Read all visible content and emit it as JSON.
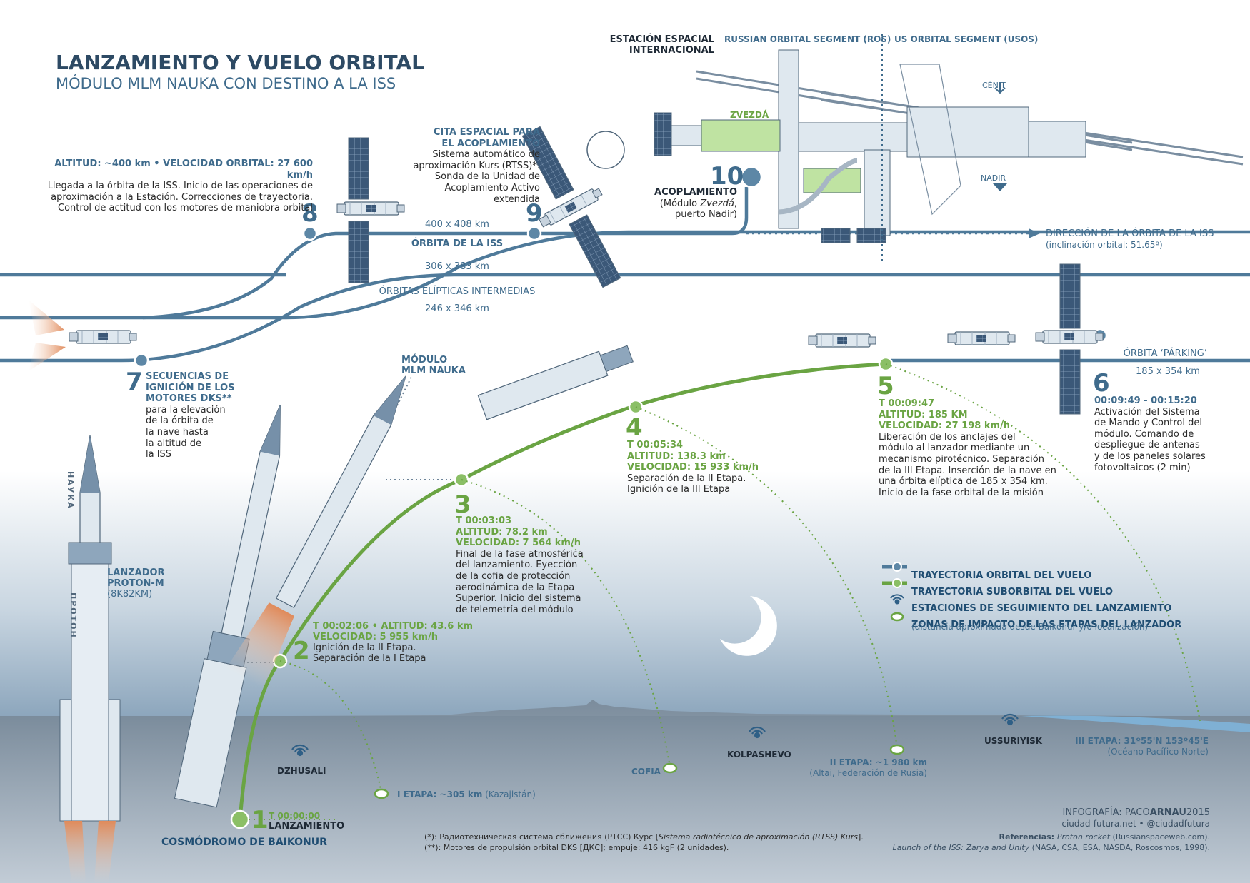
{
  "title": "LANZAMIENTO Y VUELO ORBITAL",
  "subtitle": "MÓDULO MLM NAUKA CON DESTINO A LA ISS",
  "iss": {
    "label_1": "ESTACIÓN ESPACIAL",
    "label_2": "INTERNACIONAL",
    "ros": "RUSSIAN ORBITAL SEGMENT (ROS)",
    "usos": "US ORBITAL SEGMENT (USOS)",
    "cenit": "CÉNIT",
    "nadir": "NADIR",
    "zvezda": "ZVEZDÁ"
  },
  "orbits": {
    "iss_alt": "400 x 408 km",
    "iss_name": "ÓRBITA DE LA ISS",
    "ellipse_1": "306 x 383 km",
    "ellipse_name": "ÓRBITAS ELÍPTICAS INTERMEDIAS",
    "ellipse_2": "246 x 346 km",
    "parking_name": "ÓRBITA ‘PÁRKING’",
    "parking_alt": "185 x 354 km",
    "direction_1": "DIRECCIÓN DE LA ÓRBITA DE LA ISS",
    "direction_2": "(inclinación orbital: 51.65º)"
  },
  "steps": {
    "s1": {
      "num": "1",
      "time": "T 00:00:00",
      "name": "LANZAMIENTO",
      "site": "COSMÓDROMO DE BAIKONUR"
    },
    "s2": {
      "num": "2",
      "head": "T 00:02:06 • ALTITUD: 43.6 km",
      "speed": "VELOCIDAD: 5 955 km/h",
      "l1": "Ignición de la II Etapa.",
      "l2": "Separación de la I Etapa"
    },
    "s3": {
      "num": "3",
      "time": "T 00:03:03",
      "alt": "ALTITUD: 78.2 km",
      "speed": "VELOCIDAD: 7 564 km/h",
      "lines": [
        "Final de la fase atmosférica",
        "del lanzamiento. Eyección",
        "de la cofia de protección",
        "aerodinámica de la Etapa",
        "Superior. Inicio del sistema",
        "de telemetría del módulo"
      ]
    },
    "s4": {
      "num": "4",
      "time": "T 00:05:34",
      "alt": "ALTITUD: 138.3 km",
      "speed": "VELOCIDAD: 15 933 km/h",
      "lines": [
        "Separación de la II Etapa.",
        "Ignición de la III Etapa"
      ]
    },
    "s5": {
      "num": "5",
      "time": "T 00:09:47",
      "alt": "ALTITUD: 185 KM",
      "speed": "VELOCIDAD: 27 198 km/h",
      "lines": [
        "Liberación de los anclajes del",
        "módulo al lanzador mediante un",
        "mecanismo pirotécnico. Separación",
        "de la III Etapa. Inserción de la nave en",
        "una órbita elíptica de 185 x 354 km.",
        "Inicio de la fase orbital de la misión"
      ]
    },
    "s6": {
      "num": "6",
      "time": "00:09:49 - 00:15:20",
      "lines": [
        "Activación del Sistema",
        "de Mando y Control del",
        "módulo. Comando de",
        "despliegue de antenas",
        "y de los paneles solares",
        "fotovoltaicos (2 min)"
      ]
    },
    "s7": {
      "num": "7",
      "head": [
        "SECUENCIAS DE",
        "IGNICIÓN DE LOS",
        "MOTORES DKS**"
      ],
      "lines": [
        "para la elevación",
        "de la órbita de",
        "la nave hasta",
        "la altitud de",
        "la ISS"
      ]
    },
    "s8": {
      "num": "8",
      "head": "ALTITUD: ~400 km • VELOCIDAD ORBITAL: 27 600 km/h",
      "lines": [
        "Llegada a la órbita de la ISS. Inicio de las operaciones de",
        "aproximación a la Estación. Correcciones de trayectoria.",
        "Control de actitud con los motores de maniobra orbital"
      ]
    },
    "s9": {
      "num": "9",
      "head": [
        "CITA ESPACIAL PARA",
        "EL ACOPLAMIENTO"
      ],
      "lines": [
        "Sistema automático de",
        "aproximación Kurs (RTSS)*.",
        "Sonda de la Unidad de",
        "Acoplamiento Activo",
        "extendida"
      ]
    },
    "s10": {
      "num": "10",
      "name": "ACOPLAMIENTO",
      "l1a": "(Módulo ",
      "l1b": "Zvezdá",
      "l1c": ",",
      "l2": "puerto Nadir)"
    }
  },
  "labels": {
    "launcher_1": "LANZADOR",
    "launcher_2": "PROTON-M",
    "launcher_3": "(8K82KM)",
    "module_1": "MÓDULO",
    "module_2": "MLM NAUKA",
    "rocket_text_1": "НАУКА",
    "rocket_text_2": "ПРОТОН"
  },
  "ground": {
    "dzhusali": "DZHUSALI",
    "kolpashevo": "KOLPASHEVO",
    "ussuriyisk": "USSURIYISK",
    "cofia": "COFIA",
    "stage1_a": "I ETAPA: ~305 km",
    "stage1_b": " (Kazajistán)",
    "stage2_a": "II ETAPA: ~1 980 km",
    "stage2_b": "(Altai, Federación de Rusia)",
    "stage3_a": "III ETAPA: 31º55'N 153º45'E",
    "stage3_b": "(Océano Pacífico Norte)"
  },
  "legend": {
    "orbital": "TRAYECTORIA ORBITAL DEL VUELO",
    "suborbital": "TRAYECTORIA SUBORBITAL DEL VUELO",
    "stations": "ESTACIONES DE SEGUIMIENTO DEL LANZAMIENTO",
    "impact": "ZONAS DE IMPACTO DE LAS ETAPAS DEL LANZADOR",
    "impact_note": "(distancia aproximada desde Baikonur y/o localización)"
  },
  "footnotes": {
    "f1a": "(*): Радиотехническая система сближения (РТСС) Курс [",
    "f1b": "Sistema radiotécnico de aproximación (RTSS) Kurs",
    "f1c": "].",
    "f2": "(**): Motores de propulsión orbital DKS [ДКС]; empuje: 416 kgF (2 unidades)."
  },
  "credits": {
    "info_a": "INFOGRAFÍA: PACO",
    "info_b": "ARNAU",
    "info_c": "2015",
    "site": "ciudad-futura.net • @ciudadfutura",
    "ref_label": "Referencias: ",
    "ref1_a": "Proton rocket",
    "ref1_b": " (Russianspaceweb.com).",
    "ref2_a": "Launch of the ISS: Zarya and Unity",
    "ref2_b": " (NASA, CSA, ESA, NASDA, Roscosmos, 1998)."
  },
  "colors": {
    "orbital": "#4f7a9a",
    "suborbital": "#6aa443",
    "sky_bottom": "#8fa7bd",
    "ground": "#7d8f9f",
    "ocean": "#86aecd",
    "module": "#dfe8ef",
    "module_stroke": "#51677b",
    "panel": "#3e5a78",
    "zvezda": "#bfe3a2"
  }
}
